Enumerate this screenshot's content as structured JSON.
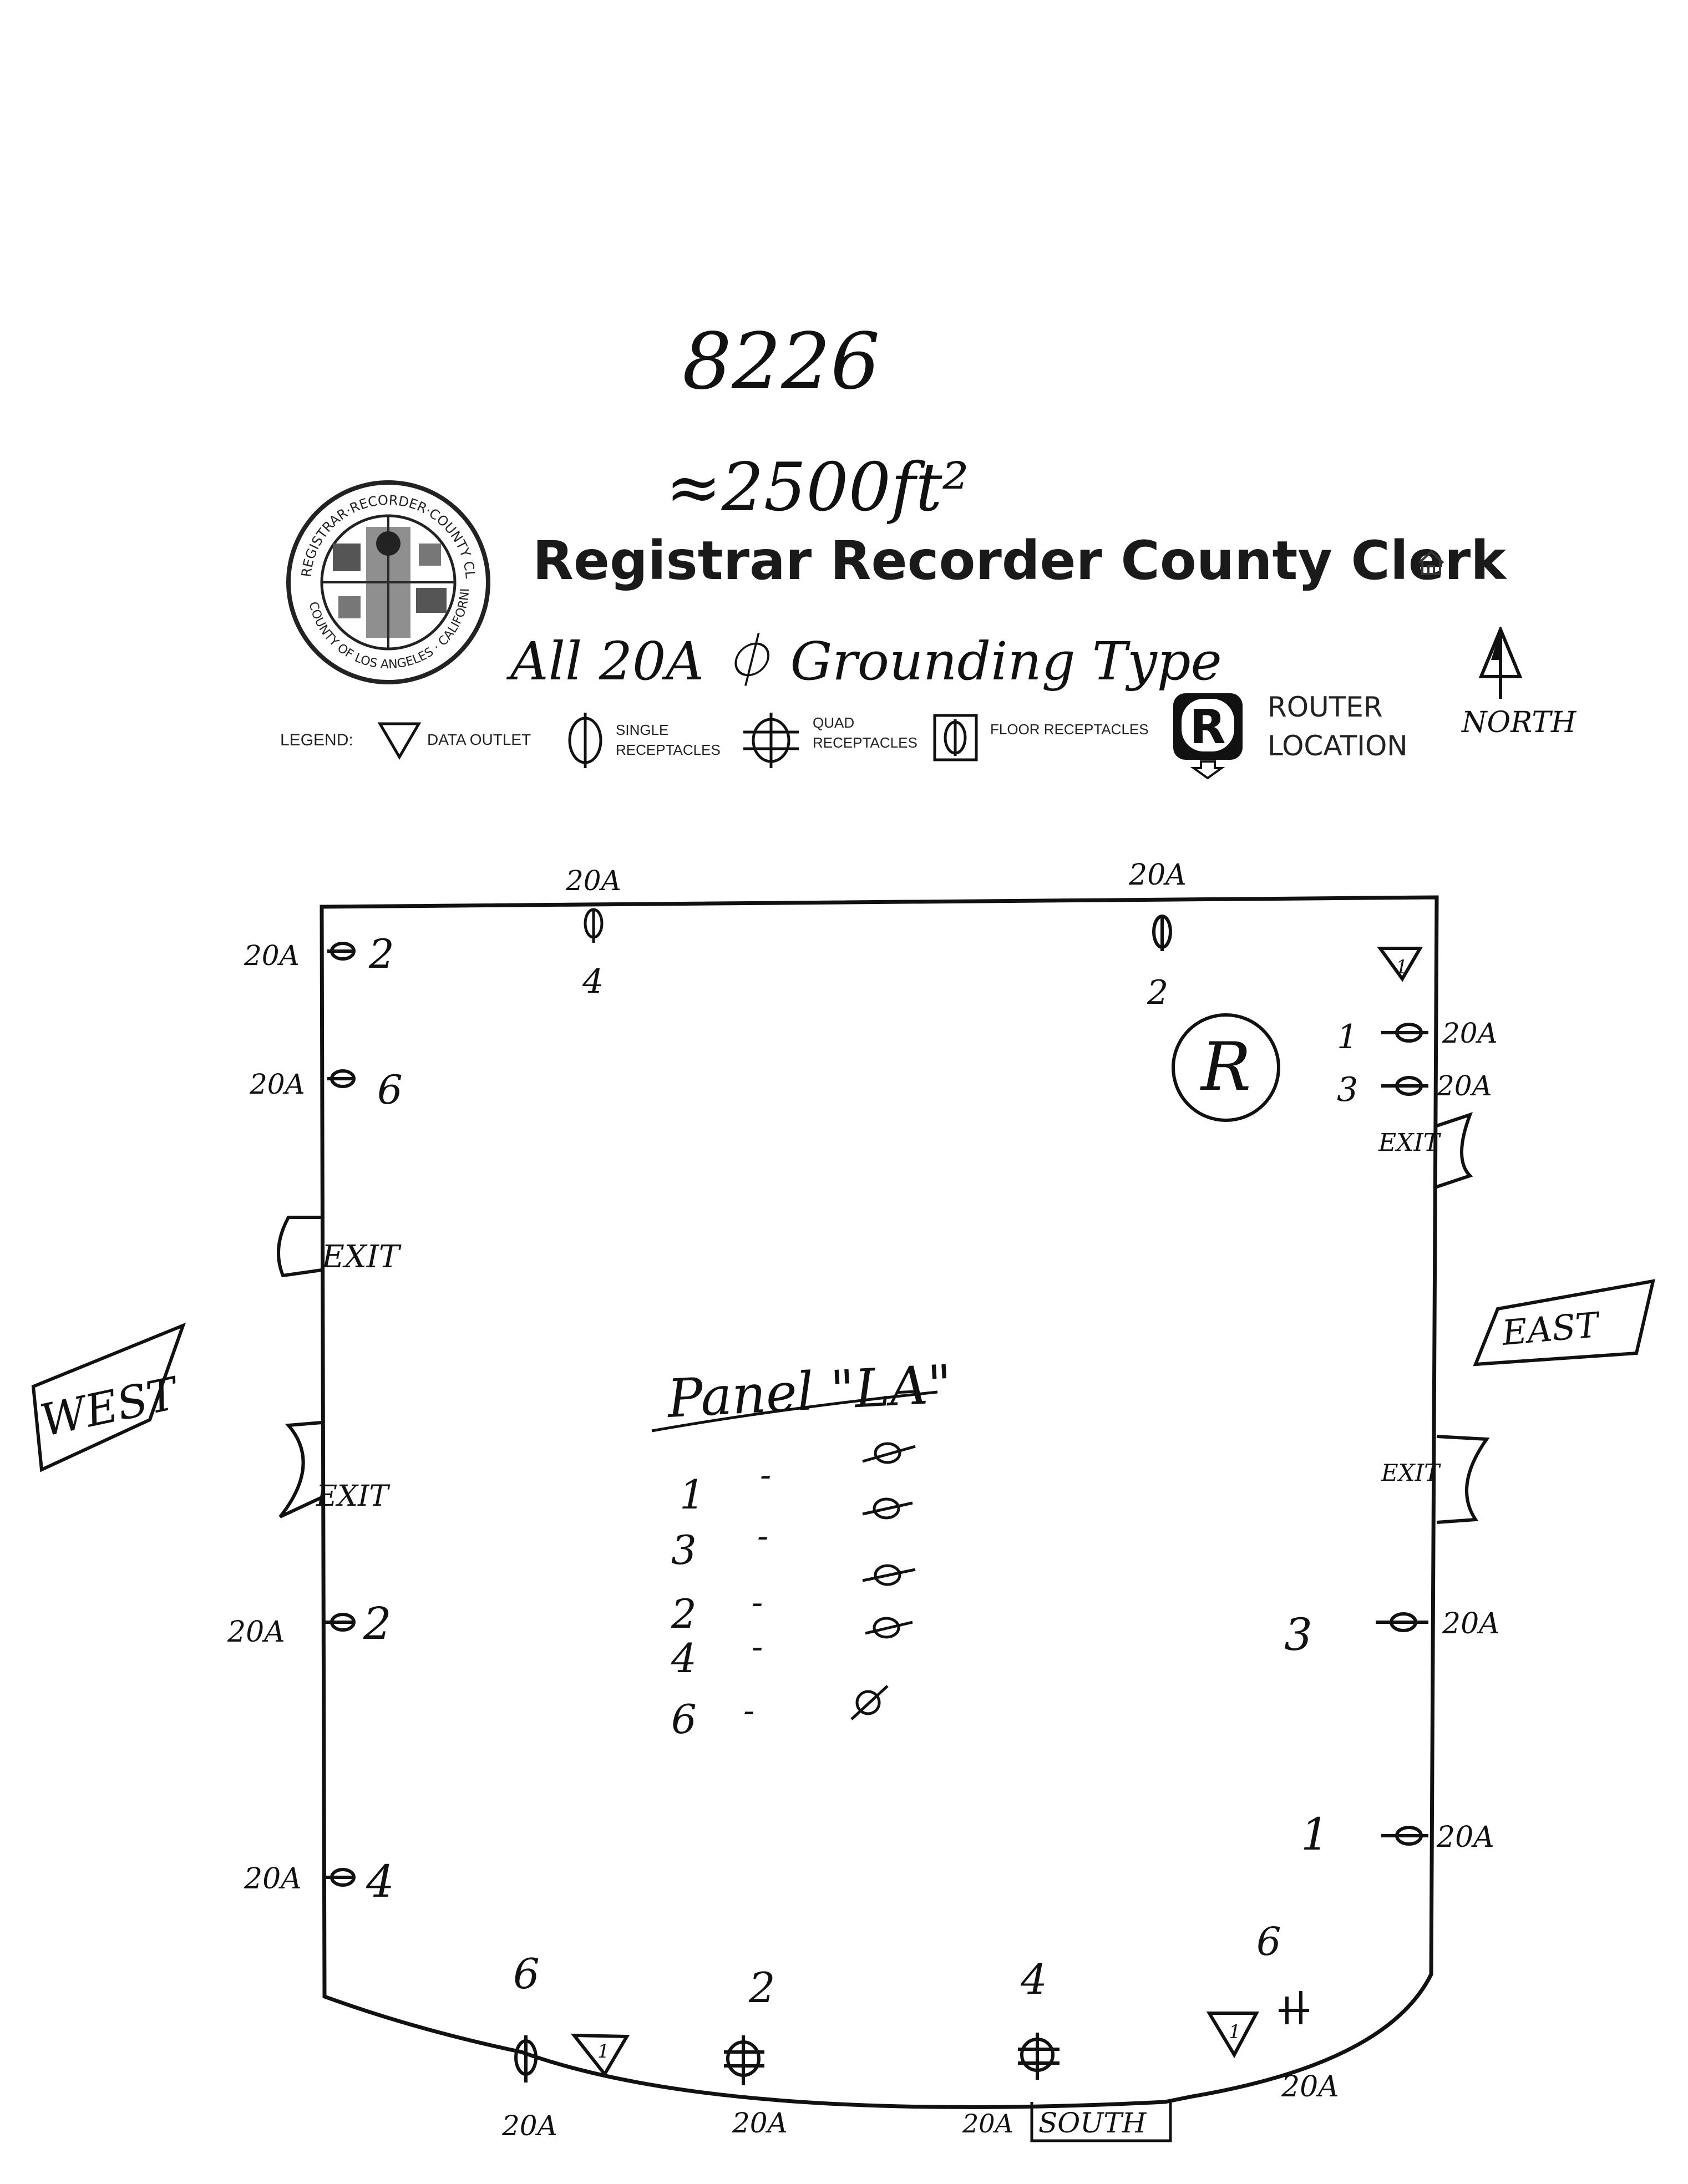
{
  "header": {
    "building_number": "8226",
    "area_note": "≈2500ft²",
    "agency_title": "Registrar Recorder County Clerk",
    "home_icon": "home-icon",
    "grounding_note": "All 20A ⏀ Grounding Type",
    "north_label": "NORTH"
  },
  "seal": {
    "outer_text": "REGISTRAR·RECORDER·COUNTY CLERK",
    "inner_text": "COUNTY OF LOS ANGELES · CALIFORNIA"
  },
  "legend": {
    "label": "LEGEND:",
    "items": [
      {
        "icon": "data-outlet-triangle-icon",
        "label": "DATA OUTLET"
      },
      {
        "icon": "single-receptacle-icon",
        "label": "SINGLE RECEPTACLES"
      },
      {
        "icon": "quad-receptacle-icon",
        "label": "QUAD RECEPTACLES"
      },
      {
        "icon": "floor-receptacle-icon",
        "label": "FLOOR RECEPTACLES"
      }
    ],
    "router": {
      "symbol": "R",
      "line1": "ROUTER",
      "line2": "LOCATION"
    }
  },
  "directions": {
    "west": "WEST",
    "east": "EAST",
    "south": "SOUTH"
  },
  "exits": [
    "EXIT",
    "EXIT",
    "EXIT",
    "EXIT"
  ],
  "router_mark": "R",
  "panel": {
    "title": "Panel \"LA\"",
    "circuits": [
      {
        "num": "1",
        "dash": "-"
      },
      {
        "num": "3",
        "dash": "-"
      },
      {
        "num": "2",
        "dash": "-"
      },
      {
        "num": "4",
        "dash": "-"
      },
      {
        "num": "6",
        "dash": "-"
      }
    ]
  },
  "outlets": {
    "north_1": {
      "amp": "20A",
      "circuit": "4"
    },
    "north_2": {
      "amp": "20A",
      "circuit": "2"
    },
    "west_1": {
      "amp": "20A",
      "circuit": "2"
    },
    "west_2": {
      "amp": "20A",
      "circuit": "6"
    },
    "west_3": {
      "amp": "20A",
      "circuit": "2"
    },
    "west_4": {
      "amp": "20A",
      "circuit": "4"
    },
    "east_1": {
      "amp": "20A",
      "circuit": "1"
    },
    "east_2": {
      "amp": "20A",
      "circuit": "3"
    },
    "east_3": {
      "amp": "20A",
      "circuit": "3"
    },
    "east_4": {
      "amp": "20A",
      "circuit": "1"
    },
    "south_1": {
      "amp": "20A",
      "circuit": "6"
    },
    "south_2": {
      "amp": "20A",
      "circuit": "2"
    },
    "south_3": {
      "amp": "20A",
      "circuit": "4"
    },
    "south_4": {
      "amp": "20A",
      "circuit": "6"
    }
  },
  "data_outlets": [
    "1",
    "1",
    "1"
  ]
}
